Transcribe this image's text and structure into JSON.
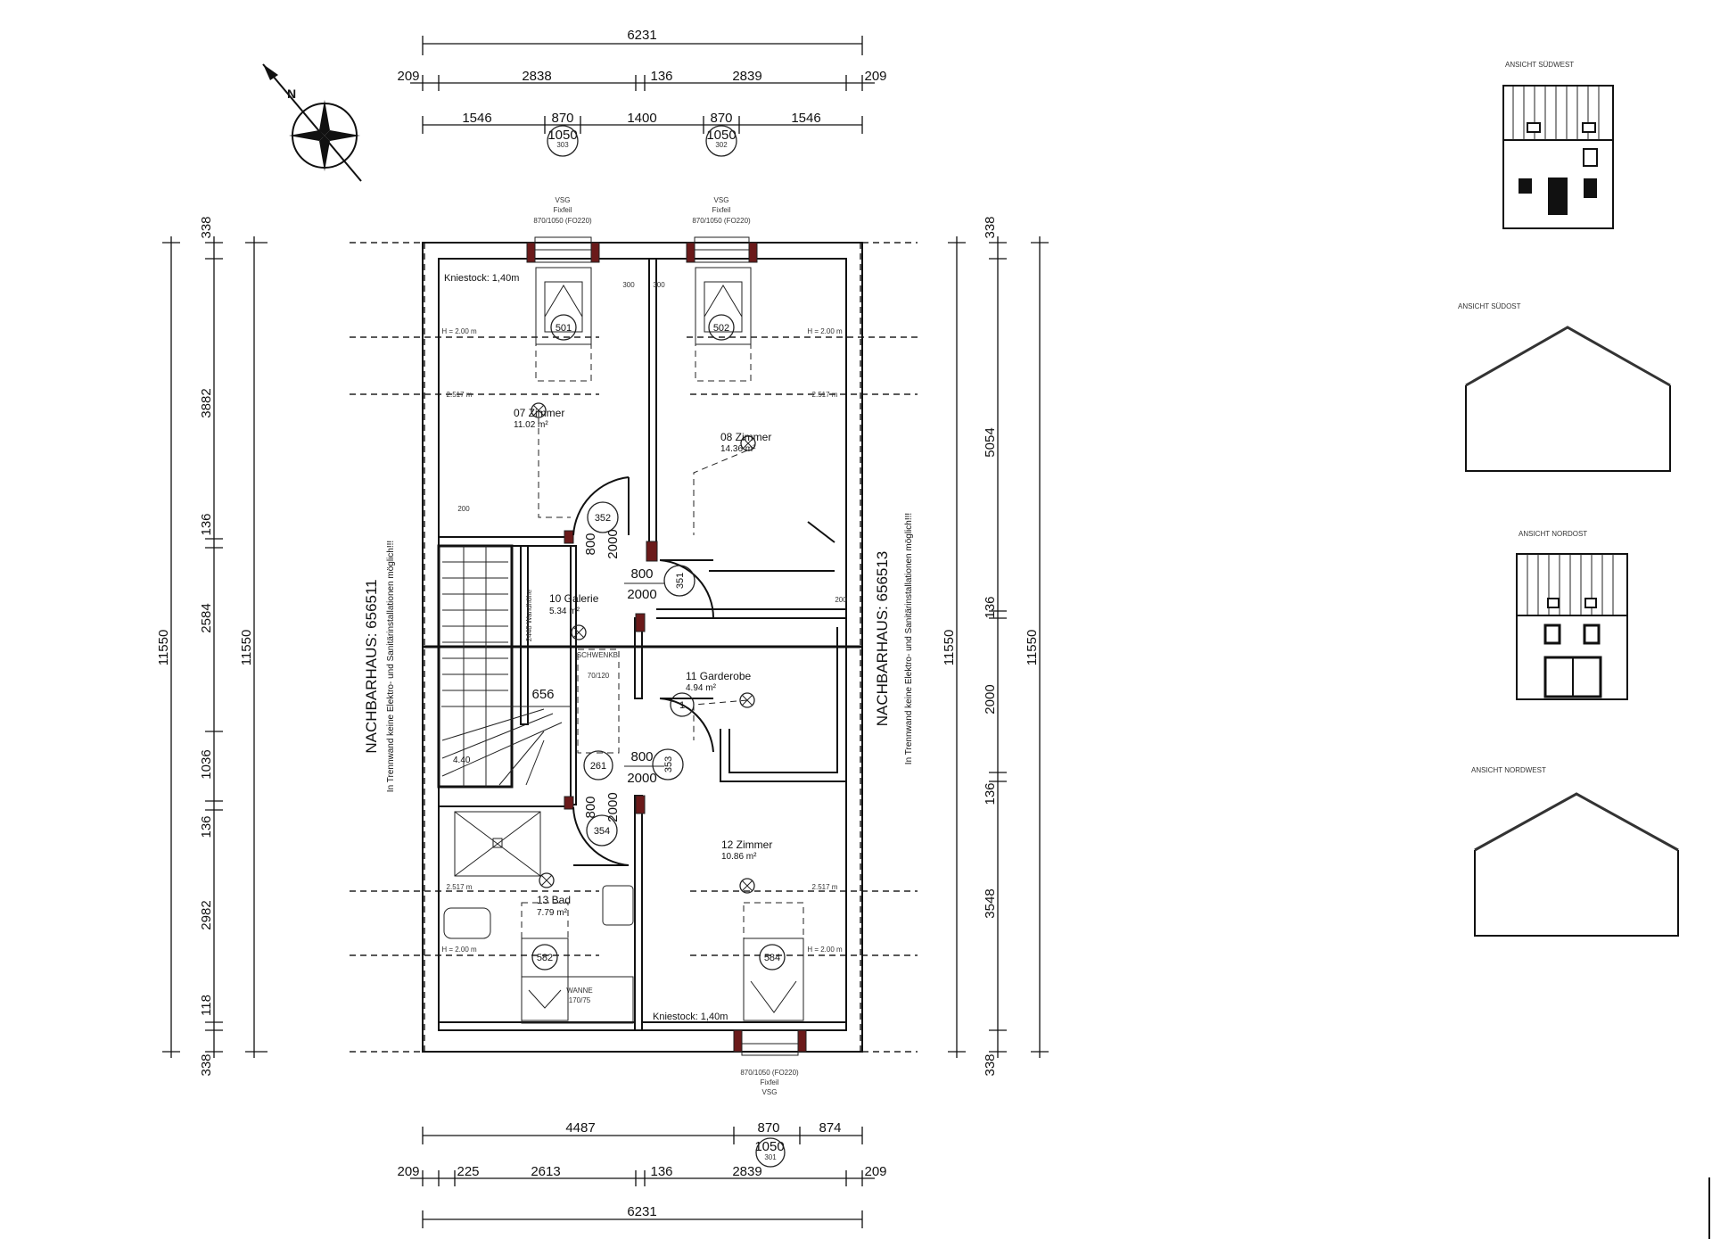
{
  "north_arrow": {
    "icon": "compass-north-arrow-icon",
    "label": "N"
  },
  "dimensions": {
    "top": {
      "overall": "6231",
      "row2": [
        "209",
        "2838",
        "136",
        "2839",
        "209"
      ],
      "row3": [
        "1546",
        "870",
        "1400",
        "870",
        "1546"
      ],
      "window_heights": [
        "1050",
        "1050"
      ],
      "window_tags": [
        "303",
        "302"
      ]
    },
    "bottom": {
      "row1": [
        "4487",
        "870",
        "874"
      ],
      "window_height": "1050",
      "window_tag": "301",
      "row2": [
        "209",
        "225",
        "2613",
        "136",
        "2839",
        "209"
      ],
      "overall": "6231"
    },
    "left": {
      "overall_outer": "11550",
      "segments": [
        "338",
        "3882",
        "136",
        "2584",
        "1036",
        "136",
        "2982",
        "118",
        "338"
      ],
      "overall_inner": "11550"
    },
    "right": {
      "overall_inner": "11550",
      "segments": [
        "338",
        "5054",
        "136",
        "2000",
        "136",
        "3548",
        "338"
      ],
      "overall_outer": "11550"
    }
  },
  "windows": {
    "top_left": {
      "line1": "VSG",
      "line2": "Fixfeil",
      "line3": "870/1050 (FO220)"
    },
    "top_right": {
      "line1": "VSG",
      "line2": "Fixfeil",
      "line3": "870/1050 (FO220)"
    },
    "bottom": {
      "line1": "870/1050 (FO220)",
      "line2": "Fixfeil",
      "line3": "VSG"
    }
  },
  "neighbors": {
    "left": {
      "title": "NACHBARHAUS: 656511",
      "note": "In Trennwand keine Elektro- und Sanitärinstallationen möglich!!!"
    },
    "right": {
      "title": "NACHBARHAUS: 656513",
      "note": "In Trennwand keine Elektro- und Sanitärinstallationen möglich!!!"
    }
  },
  "rooms": [
    {
      "name": "07 Zimmer",
      "area": "11.02 m²"
    },
    {
      "name": "08 Zimmer",
      "area": "14.36 m²"
    },
    {
      "name": "10 Galerie",
      "area": "5.34 m²"
    },
    {
      "name": "11 Garderobe",
      "area": "4.94 m²"
    },
    {
      "name": "12 Zimmer",
      "area": "10.86 m²"
    },
    {
      "name": "13 Bad",
      "area": "7.79 m²"
    },
    {
      "name": "",
      "area": "4.40"
    }
  ],
  "annotations": {
    "kniestock_top": "Kniestock: 1,40m",
    "kniestock_bottom": "Kniestock: 1,40m",
    "h200": "H = 2.00 m",
    "h2517": "2.517 m",
    "wanne": "WANNE",
    "wanne_size": "170/75",
    "schwenk": "SCHWENKB.",
    "shower_size": "70/120",
    "stair_width": "656",
    "wall_note": "2448 Wandhöhe",
    "dim200": "200",
    "dim300": "300"
  },
  "doors": [
    {
      "tag": "352",
      "width": "800",
      "height": "2000"
    },
    {
      "tag": "351",
      "width": "800",
      "height": "2000"
    },
    {
      "tag": "353",
      "width": "800",
      "height": "2000"
    },
    {
      "tag": "354",
      "width": "800",
      "height": "2000"
    }
  ],
  "tags": {
    "skylight1": "501",
    "skylight2": "502",
    "skylight3": "582",
    "skylight4": "584",
    "shower": "261",
    "closet": "1"
  },
  "elevations": [
    {
      "label": "ANSICHT SÜDWEST"
    },
    {
      "label": "ANSICHT SÜDOST"
    },
    {
      "label": "ANSICHT NORDOST"
    },
    {
      "label": "ANSICHT NORDWEST"
    }
  ]
}
